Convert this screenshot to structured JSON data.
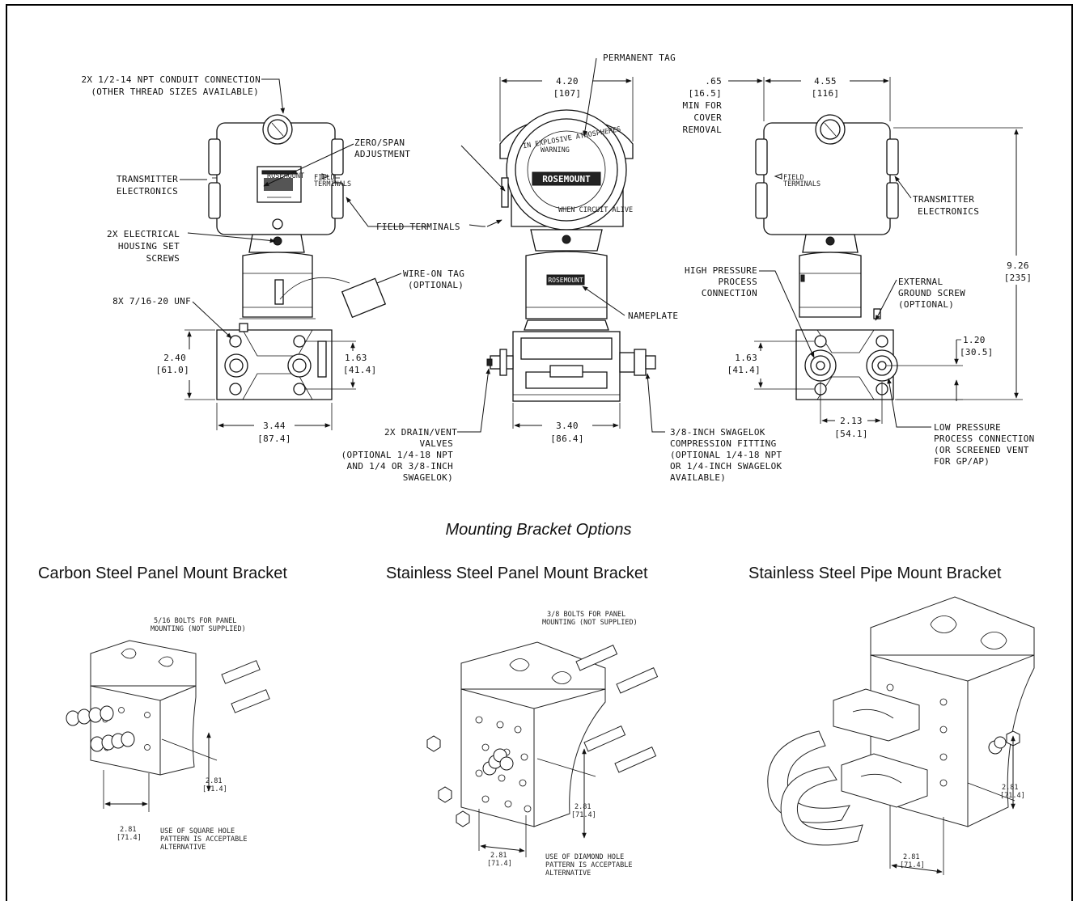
{
  "figure": {
    "subtitle": "Mounting Bracket Options",
    "brackets": [
      {
        "caption": "Carbon Steel Panel Mount Bracket",
        "bolts_note": [
          "5/16 BOLTS FOR PANEL",
          "MOUNTING (NOT SUPPLIED)"
        ],
        "dim_v": [
          "2.81",
          "[71.4]"
        ],
        "dim_h": [
          "2.81",
          "[71.4]"
        ],
        "note": [
          "USE OF SQUARE HOLE",
          "PATTERN IS ACCEPTABLE",
          "ALTERNATIVE"
        ]
      },
      {
        "caption": "Stainless Steel Panel Mount Bracket",
        "bolts_note": [
          "3/8 BOLTS FOR PANEL",
          "MOUNTING (NOT SUPPLIED)"
        ],
        "dim_v": [
          "2.81",
          "[71.4]"
        ],
        "dim_h": [
          "2.81",
          "[71.4]"
        ],
        "note": [
          "USE OF DIAMOND HOLE",
          "PATTERN IS ACCEPTABLE",
          "ALTERNATIVE"
        ]
      },
      {
        "caption": "Stainless Steel Pipe Mount Bracket",
        "dim_v": [
          "2.81",
          "[71.4]"
        ],
        "dim_h": [
          "2.81",
          "[71.4]"
        ]
      }
    ]
  },
  "labels": {
    "conduit": [
      "2X 1/2-14 NPT CONDUIT CONNECTION",
      "(OTHER THREAD SIZES AVAILABLE)"
    ],
    "transmitter_electronics_left": [
      "TRANSMITTER",
      "ELECTRONICS"
    ],
    "zero_span": [
      "ZERO/SPAN",
      "ADJUSTMENT"
    ],
    "housing_screws": [
      "2X ELECTRICAL",
      "HOUSING SET",
      "SCREWS"
    ],
    "field_terminals": "FIELD TERMINALS",
    "wire_on_tag": [
      "WIRE-ON TAG",
      "(OPTIONAL)"
    ],
    "unf": "8X 7/16-20 UNF",
    "permanent_tag": "PERMANENT TAG",
    "nameplate": "NAMEPLATE",
    "drain_vent": [
      "2X DRAIN/VENT",
      "VALVES",
      "(OPTIONAL 1/4-18 NPT",
      "AND 1/4 OR 3/8-INCH",
      "SWAGELOK)"
    ],
    "swagelok": [
      "3/8-INCH SWAGELOK",
      "COMPRESSION FITTING",
      "(OPTIONAL 1/4-18 NPT",
      "OR 1/4-INCH SWAGELOK",
      "AVAILABLE)"
    ],
    "cover_removal": [
      ".65",
      "[16.5]",
      "MIN FOR",
      "COVER",
      "REMOVAL"
    ],
    "transmitter_electronics_right": [
      "TRANSMITTER",
      "ELECTRONICS"
    ],
    "high_pressure": [
      "HIGH PRESSURE",
      "PROCESS",
      "CONNECTION"
    ],
    "ground_screw": [
      "EXTERNAL",
      "GROUND SCREW",
      "(OPTIONAL)"
    ],
    "low_pressure": [
      "LOW PRESSURE",
      "PROCESS CONNECTION",
      "(OR SCREENED VENT",
      "FOR GP/AP)"
    ],
    "brand": "ROSEMOUNT",
    "warning": "WARNING",
    "explosive": "IN EXPLOSIVE ATMOSPHERES",
    "when_circuit": "WHEN CIRCUIT ALIVE"
  },
  "dimensions": {
    "left_width": [
      "3.44",
      "[87.4]"
    ],
    "left_height": [
      "2.40",
      "[61.0]"
    ],
    "left_spacing": [
      "1.63",
      "[41.4]"
    ],
    "front_width_top": [
      "4.20",
      "[107]"
    ],
    "front_width_bottom": [
      "3.40",
      "[86.4]"
    ],
    "right_width": [
      "4.55",
      "[116]"
    ],
    "right_height": [
      "9.26",
      "[235]"
    ],
    "right_spacing": [
      "1.63",
      "[41.4]"
    ],
    "right_offset": [
      "1.20",
      "[30.5]"
    ],
    "right_process": [
      "2.13",
      "[54.1]"
    ]
  }
}
